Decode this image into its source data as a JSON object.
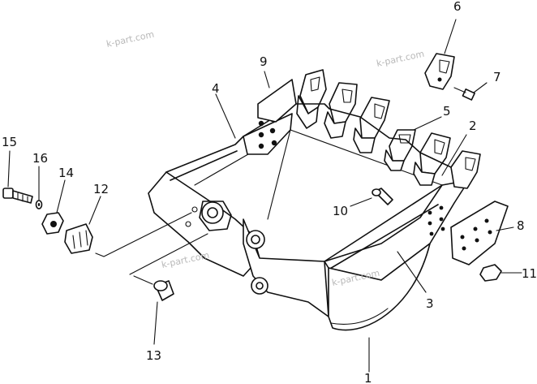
{
  "diagram": {
    "type": "exploded parts diagram",
    "subject": "excavator bucket assembly",
    "callouts": [
      "1",
      "2",
      "3",
      "4",
      "5",
      "6",
      "7",
      "8",
      "9",
      "10",
      "11",
      "12",
      "13",
      "14",
      "15",
      "16"
    ],
    "watermark": "k-part.com"
  }
}
